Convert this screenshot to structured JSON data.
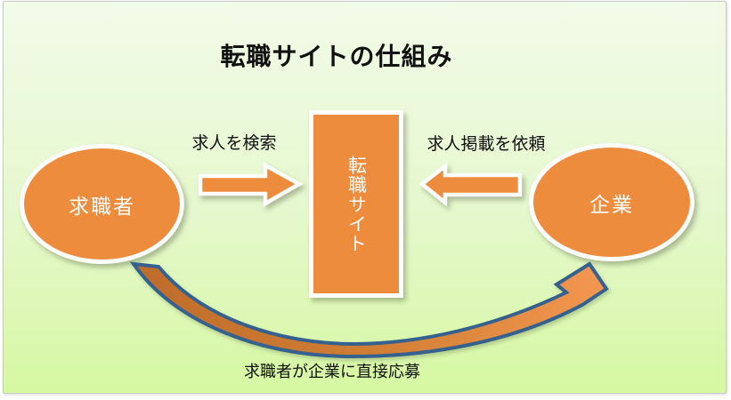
{
  "slide": {
    "title": "転職サイトの仕組み"
  },
  "nodes": {
    "job_seeker": {
      "label": "求職者"
    },
    "site": {
      "label": "転職サイト"
    },
    "company": {
      "label": "企業"
    }
  },
  "edges": {
    "search": {
      "label": "求人を検索",
      "from": "job_seeker",
      "to": "site",
      "direction": "right"
    },
    "post_request": {
      "label": "求人掲載を依頼",
      "from": "company",
      "to": "site",
      "direction": "left"
    },
    "direct_apply": {
      "label": "求職者が企業に直接応募",
      "from": "job_seeker",
      "to": "company",
      "direction": "curved"
    }
  },
  "colors": {
    "bg_top": "#f2fbe9",
    "bg_mid": "#e5f8cc",
    "bg_bottom": "#d6f8a2",
    "shape_orange": "#ed8c3d",
    "shape_border": "#ffffff",
    "curve_outline": "#35618f",
    "curve_tail": "#bf6c2b",
    "curve_head": "#f29550",
    "text_dark": "#111111",
    "text_light": "#ffffff"
  }
}
